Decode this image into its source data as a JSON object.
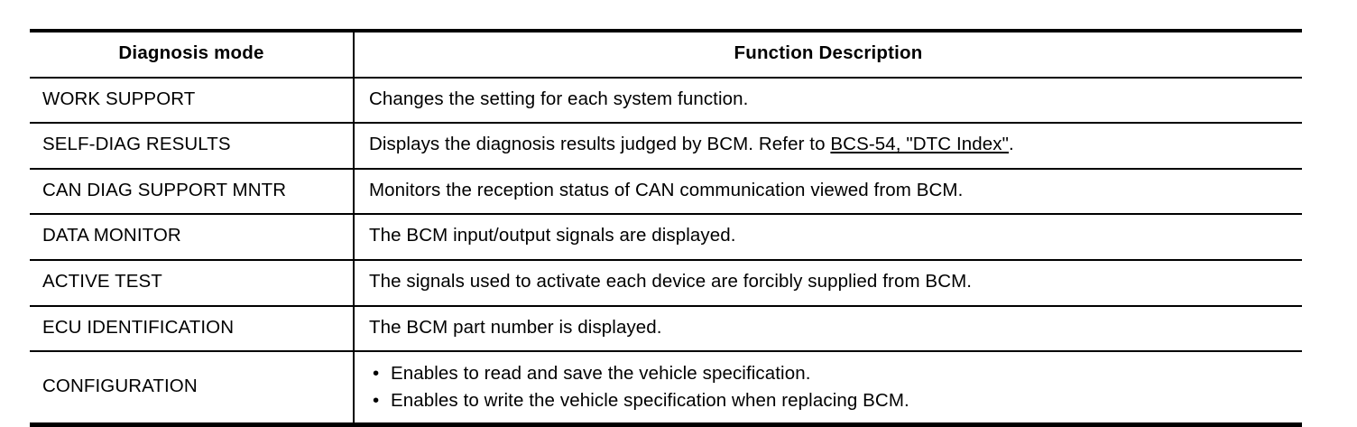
{
  "table": {
    "columns": [
      {
        "key": "mode",
        "header": "Diagnosis mode"
      },
      {
        "key": "description",
        "header": "Function Description"
      }
    ],
    "rows": [
      {
        "mode": "WORK SUPPORT",
        "description": "Changes the setting for each system function."
      },
      {
        "mode": "SELF-DIAG RESULTS",
        "description_prefix": "Displays the diagnosis results judged by BCM. Refer to ",
        "description_link": "BCS-54, \"DTC  Index\"",
        "description_suffix": "."
      },
      {
        "mode": "CAN DIAG SUPPORT MNTR",
        "description": "Monitors the reception status of CAN communication viewed from BCM."
      },
      {
        "mode": "DATA MONITOR",
        "description": "The BCM input/output signals are displayed."
      },
      {
        "mode": "ACTIVE TEST",
        "description": "The signals used to activate each device are forcibly supplied from BCM."
      },
      {
        "mode": "ECU IDENTIFICATION",
        "description": "The BCM part number is displayed."
      },
      {
        "mode": "CONFIGURATION",
        "bullet_marker": "•",
        "bullets": [
          "Enables to read and save the vehicle specification.",
          "Enables to write the vehicle specification when replacing BCM."
        ]
      }
    ]
  },
  "colors": {
    "rule": "#000000",
    "text": "#000000",
    "background": "#ffffff"
  }
}
